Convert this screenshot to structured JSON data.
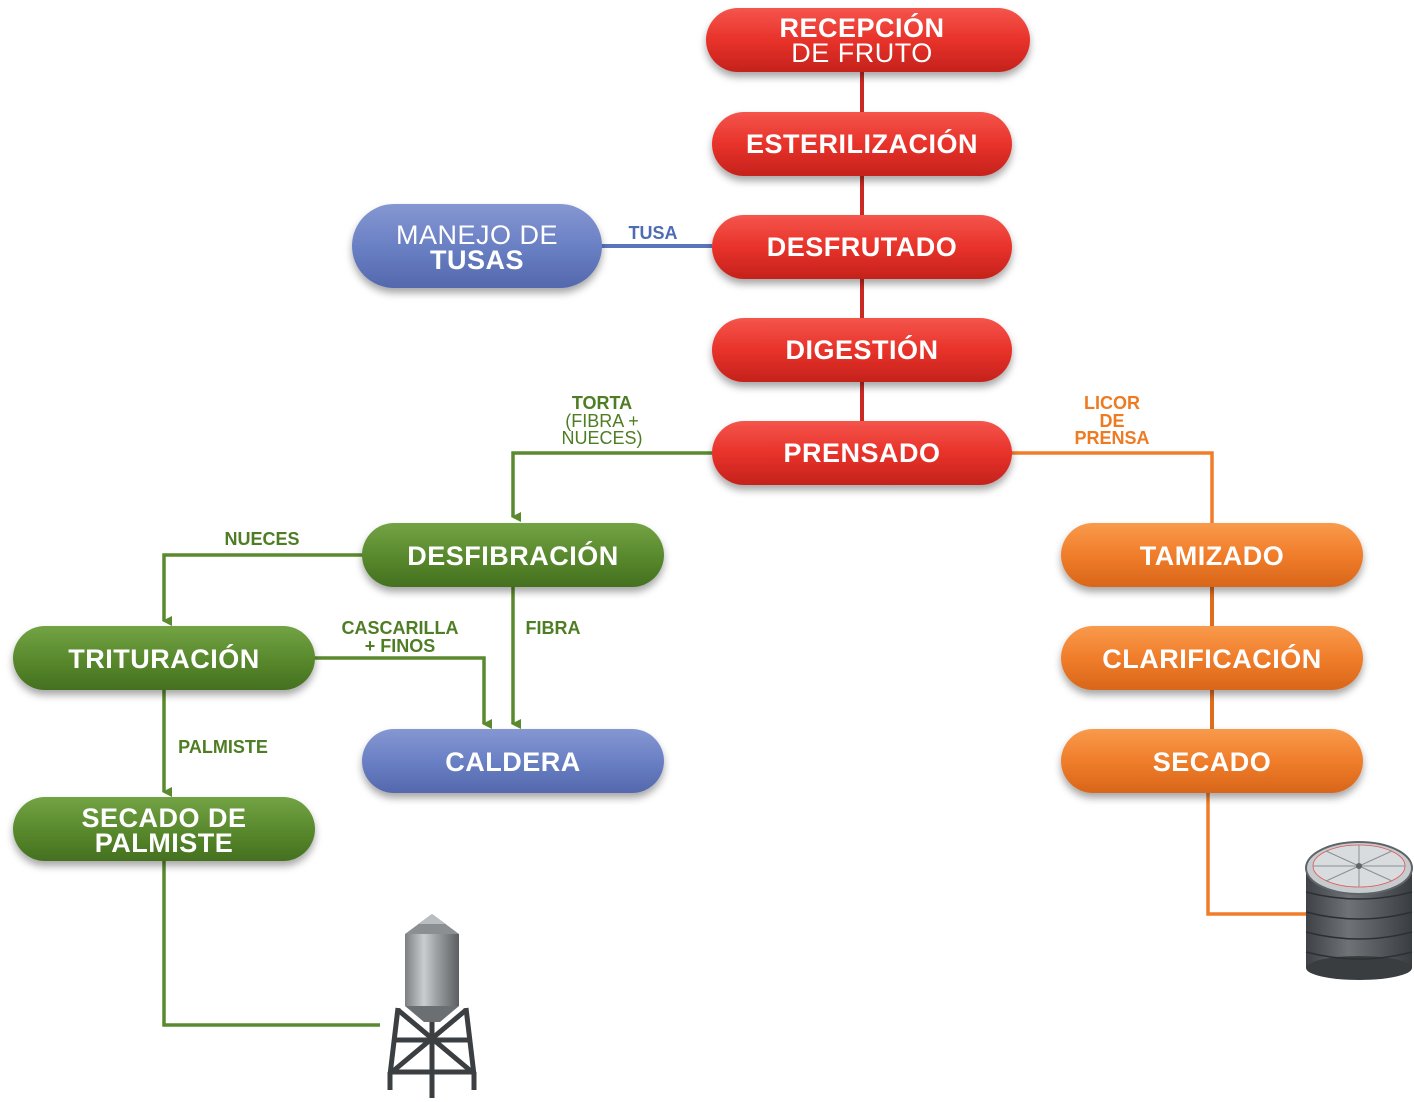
{
  "colors": {
    "red": "#e8322a",
    "green": "#5a8a2e",
    "blue": "#6a80c4",
    "orange": "#f07d2a",
    "label_green": "#4e7d23",
    "label_blue": "#4f6bb3",
    "label_orange": "#ee7a22",
    "tank_gray": "#5f6468"
  },
  "nodes": {
    "recepcion": {
      "line1": "RECEPCIÓN",
      "line2": "DE FRUTO"
    },
    "esterilizacion": {
      "label": "ESTERILIZACIÓN"
    },
    "desfrutado": {
      "label": "DESFRUTADO"
    },
    "digestion": {
      "label": "DIGESTIÓN"
    },
    "prensado": {
      "label": "PRENSADO"
    },
    "manejo_tusas": {
      "line1": "MANEJO DE",
      "line2": "TUSAS"
    },
    "desfibracion": {
      "label": "DESFIBRACIÓN"
    },
    "trituracion": {
      "label": "TRITURACIÓN"
    },
    "caldera": {
      "label": "CALDERA"
    },
    "secado_palmiste": {
      "line1": "SECADO DE",
      "line2": "PALMISTE"
    },
    "tamizado": {
      "label": "TAMIZADO"
    },
    "clarificacion": {
      "label": "CLARIFICACIÓN"
    },
    "secado": {
      "label": "SECADO"
    }
  },
  "edge_labels": {
    "tusa": "TUSA",
    "torta": {
      "line1": "TORTA",
      "line2": "(FIBRA +",
      "line3": "NUECES)"
    },
    "licor": {
      "line1": "LICOR",
      "line2": "DE",
      "line3": "PRENSA"
    },
    "nueces": "NUECES",
    "cascarilla": {
      "line1": "CASCARILLA",
      "line2": "+ FINOS"
    },
    "fibra": "FIBRA",
    "palmiste": "PALMISTE"
  },
  "icons": {
    "silo": "grain-silo-icon",
    "tank": "storage-tank-icon"
  }
}
